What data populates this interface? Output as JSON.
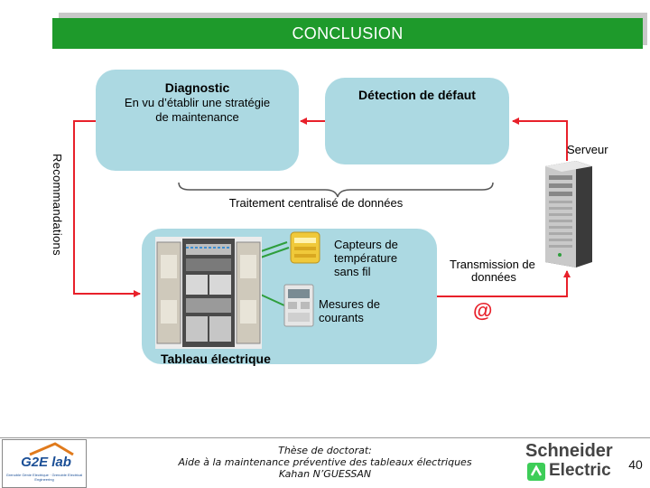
{
  "title": "CONCLUSION",
  "diagram": {
    "diagnostic": {
      "heading": "Diagnostic",
      "line1": "En vu d’établir une stratégie",
      "line2": "de maintenance"
    },
    "detection": "Détection de défaut",
    "server_label": "Serveur",
    "processing_label": "Traitement centralisé de données",
    "recommendations_label": "Recommandations",
    "sensors": {
      "line1": "Capteurs de",
      "line2": "température",
      "line3": "sans fil"
    },
    "currents": {
      "line1": "Mesures de",
      "line2": "courants"
    },
    "transmission": {
      "line1": "Transmission de",
      "line2": "données"
    },
    "at_symbol": "@",
    "panel_label": "Tableau électrique"
  },
  "footer": {
    "line1": "Thèse de doctorat:",
    "line2": "Aide à la maintenance préventive des tableaux électriques",
    "line3": "Kahan N’GUESSAN",
    "page_number": "40",
    "left_logo_text": "G2E lab",
    "left_logo_subtext": "Grenoble Génie Electrique · Grenoble Electrical Engineering",
    "right_logo_line1": "Schneider",
    "right_logo_line2": "Electric"
  },
  "colors": {
    "title_bar": "#1e9a2b",
    "box_fill": "#acd9e2",
    "arrow": "#e8202a",
    "green_link": "#2e9e3c",
    "schneider_green": "#3dcd58"
  }
}
